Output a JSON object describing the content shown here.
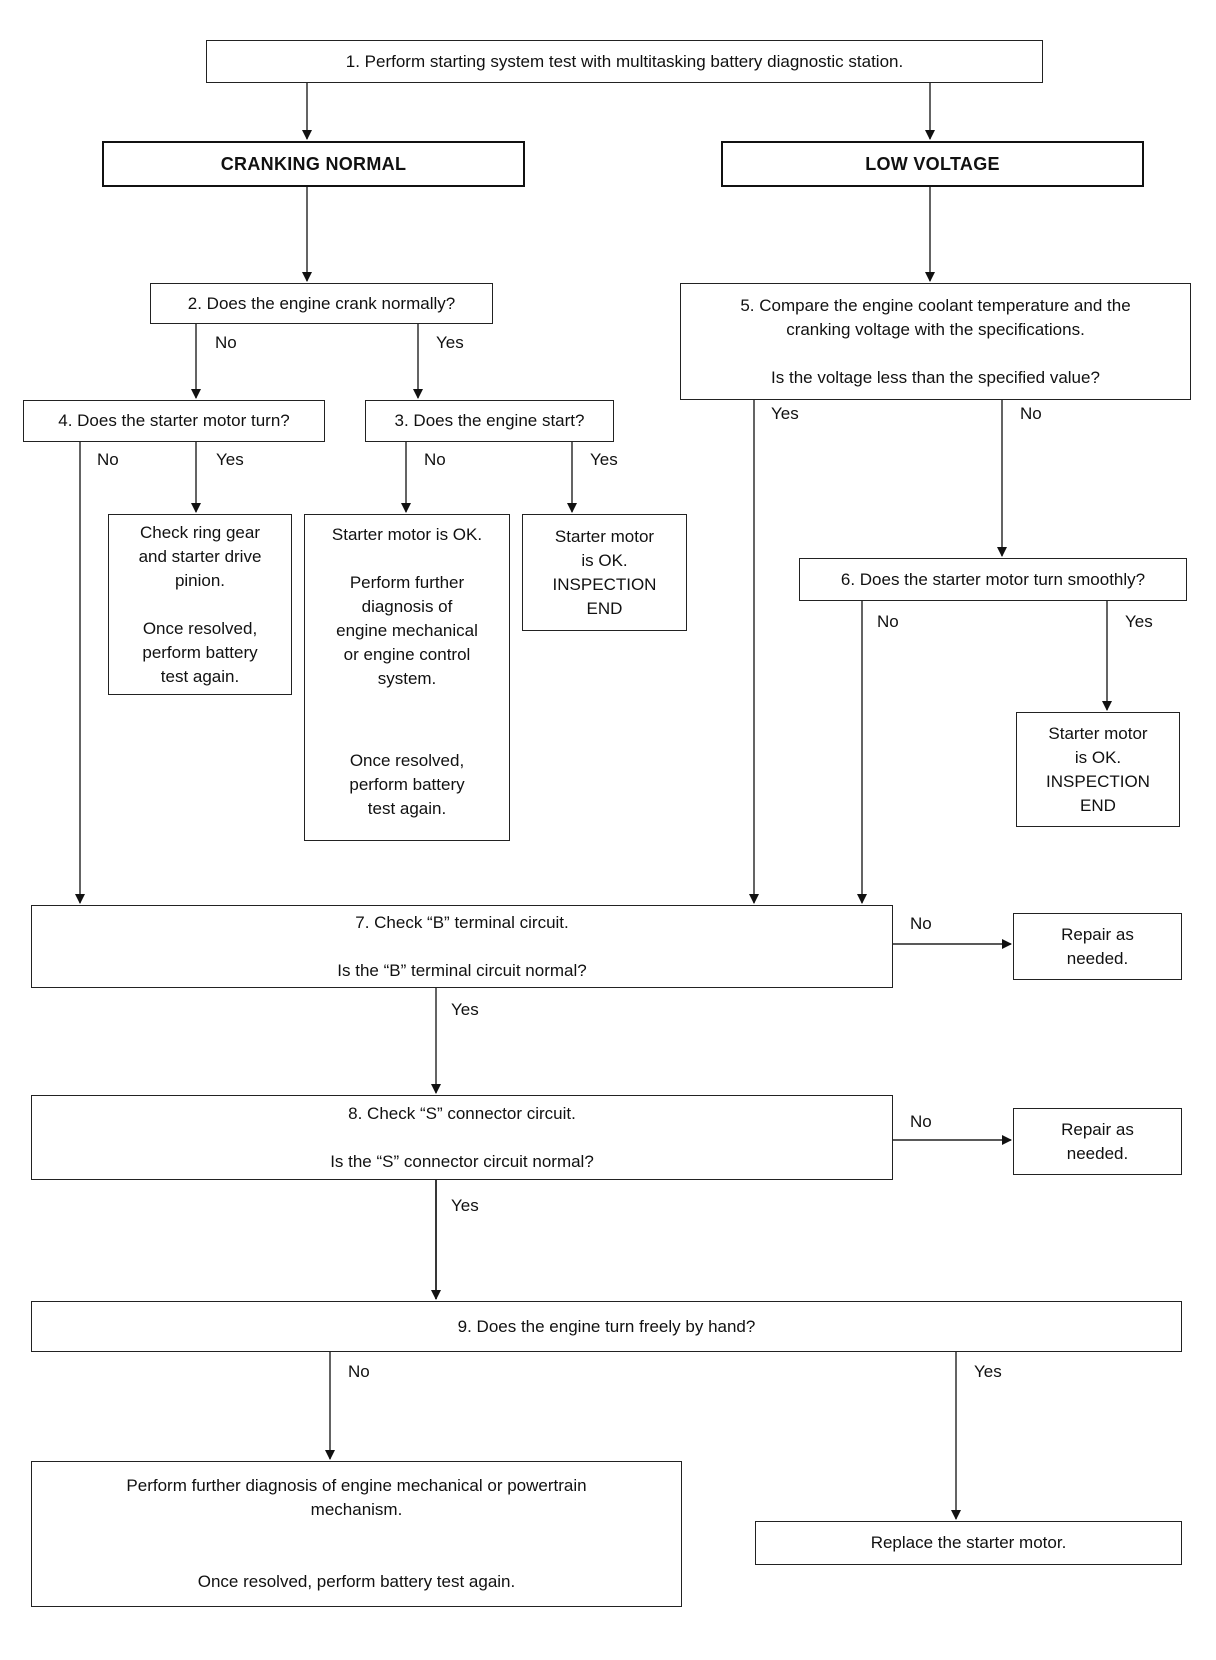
{
  "steps": {
    "s1": "1. Perform starting system test with multitasking battery diagnostic station.",
    "cranking_normal": "CRANKING NORMAL",
    "low_voltage": "LOW VOLTAGE",
    "s2": "2. Does the engine crank normally?",
    "s3": "3. Does the engine start?",
    "s4": "4. Does the starter motor turn?",
    "s5_line1": "5. Compare the engine coolant temperature and the",
    "s5_line2": "cranking voltage with the specifications.",
    "s5_question": "Is the voltage less than the specified value?",
    "s6": "6. Does the starter motor turn smoothly?",
    "s7_title": "7. Check “B” terminal circuit.",
    "s7_question": "Is the “B” terminal circuit normal?",
    "s8_title": "8. Check “S” connector circuit.",
    "s8_question": "Is the “S” connector circuit normal?",
    "s9": "9. Does the engine turn freely by hand?"
  },
  "results": {
    "ring_gear": [
      "Check ring gear",
      "and starter drive",
      "pinion."
    ],
    "ring_gear_resolved": [
      "Once resolved,",
      "perform battery",
      "test again."
    ],
    "starter_ok_further_line1": "Starter motor is OK.",
    "further_diag": [
      "Perform further",
      "diagnosis of",
      "engine mechanical",
      "or engine control",
      "system."
    ],
    "further_diag_resolved": [
      "Once resolved,",
      "perform battery",
      "test again."
    ],
    "inspection_end_a": [
      "Starter motor",
      "is OK.",
      "INSPECTION",
      "END"
    ],
    "inspection_end_b": [
      "Starter motor",
      "is OK.",
      "INSPECTION",
      "END"
    ],
    "repair_b": [
      "Repair as",
      "needed."
    ],
    "repair_s": [
      "Repair as",
      "needed."
    ],
    "powertrain": [
      "Perform further diagnosis of engine mechanical or powertrain",
      "mechanism."
    ],
    "powertrain_resolved": "Once resolved, perform battery test again.",
    "replace": "Replace the starter motor."
  },
  "labels": {
    "yes": "Yes",
    "no": "No"
  }
}
